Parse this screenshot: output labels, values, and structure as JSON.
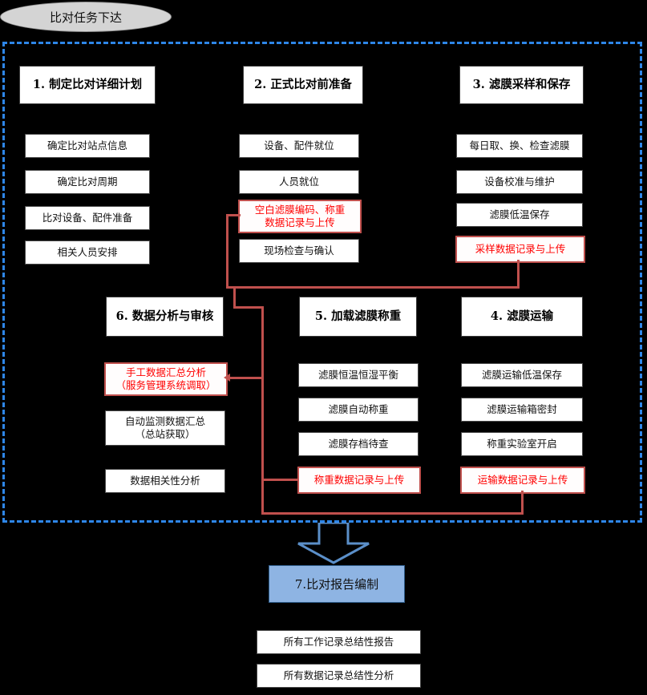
{
  "diagram": {
    "title_node": {
      "label": "比对任务下达"
    },
    "colors": {
      "frame_dashed": "#2E86E8",
      "red_accent": "#C0504D",
      "red_text": "#FF0000",
      "blue_fill": "#8EB4E3",
      "ellipse_fill": "#D4D4D4"
    },
    "phases": [
      {
        "id": "phase-1",
        "header": "1. 制定比对详细计划",
        "steps": [
          {
            "label": "确定比对站点信息",
            "highlight": false
          },
          {
            "label": "确定比对周期",
            "highlight": false
          },
          {
            "label": "比对设备、配件准备",
            "highlight": false
          },
          {
            "label": "相关人员安排",
            "highlight": false
          }
        ]
      },
      {
        "id": "phase-2",
        "header": "2. 正式比对前准备",
        "steps": [
          {
            "label": "设备、配件就位",
            "highlight": false
          },
          {
            "label": "人员就位",
            "highlight": false
          },
          {
            "label": "空白滤膜编码、称重\n数据记录与上传",
            "highlight": true
          },
          {
            "label": "现场检查与确认",
            "highlight": false
          }
        ]
      },
      {
        "id": "phase-3",
        "header": "3. 滤膜采样和保存",
        "steps": [
          {
            "label": "每日取、换、检查滤膜",
            "highlight": false
          },
          {
            "label": "设备校准与维护",
            "highlight": false
          },
          {
            "label": "滤膜低温保存",
            "highlight": false
          },
          {
            "label": "采样数据记录与上传",
            "highlight": true
          }
        ]
      },
      {
        "id": "phase-6",
        "header": "6. 数据分析与审核",
        "steps": [
          {
            "label": "手工数据汇总分析\n（服务管理系统调取）",
            "highlight": true
          },
          {
            "label": "自动监测数据汇总\n（总站获取）",
            "highlight": false
          },
          {
            "label": "数据相关性分析",
            "highlight": false
          }
        ]
      },
      {
        "id": "phase-5",
        "header": "5. 加载滤膜称重",
        "steps": [
          {
            "label": "滤膜恒温恒湿平衡",
            "highlight": false
          },
          {
            "label": "滤膜自动称重",
            "highlight": false
          },
          {
            "label": "滤膜存档待查",
            "highlight": false
          },
          {
            "label": "称重数据记录与上传",
            "highlight": true
          }
        ]
      },
      {
        "id": "phase-4",
        "header": "4. 滤膜运输",
        "steps": [
          {
            "label": "滤膜运输低温保存",
            "highlight": false
          },
          {
            "label": "滤膜运输箱密封",
            "highlight": false
          },
          {
            "label": "称重实验室开启",
            "highlight": false
          },
          {
            "label": "运输数据记录与上传",
            "highlight": true
          }
        ]
      }
    ],
    "report": {
      "header": "7.比对报告编制",
      "steps": [
        {
          "label": "所有工作记录总结性报告"
        },
        {
          "label": "所有数据记录总结性分析"
        }
      ]
    }
  }
}
